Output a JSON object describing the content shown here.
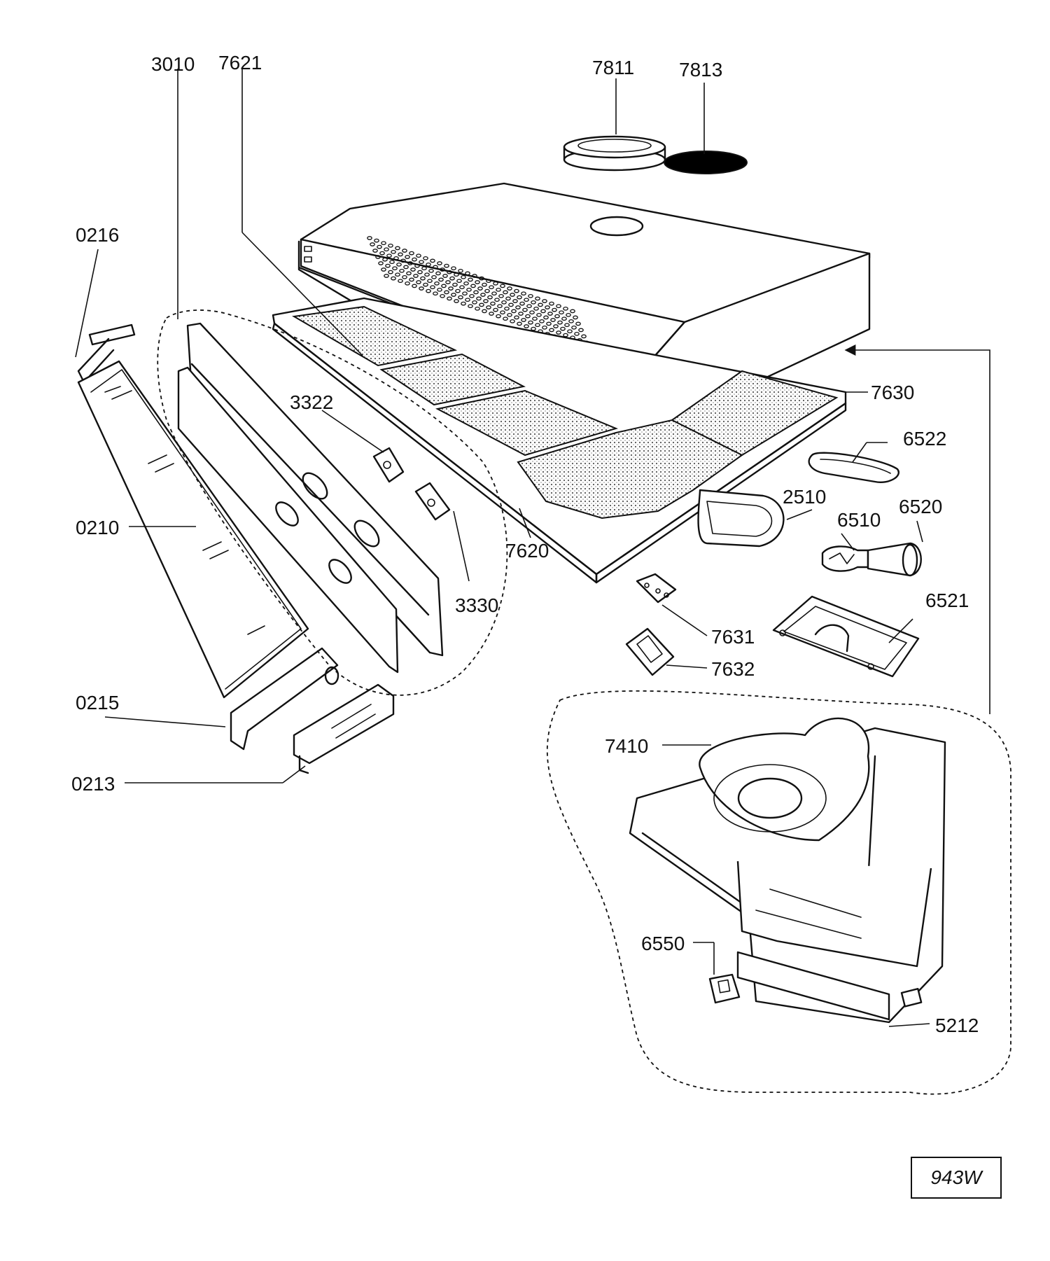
{
  "labels": {
    "p3010": "3010",
    "p7621": "7621",
    "p7811": "7811",
    "p7813": "7813",
    "p0216": "0216",
    "p3322": "3322",
    "p7630": "7630",
    "p6522": "6522",
    "p2510": "2510",
    "p6510": "6510",
    "p6520": "6520",
    "p0210": "0210",
    "p7620": "7620",
    "p3330": "3330",
    "p6521": "6521",
    "p7631": "7631",
    "p7632": "7632",
    "p0215": "0215",
    "p7410": "7410",
    "p0213": "0213",
    "p6550": "6550",
    "p5212": "5212"
  },
  "reference": "943W"
}
